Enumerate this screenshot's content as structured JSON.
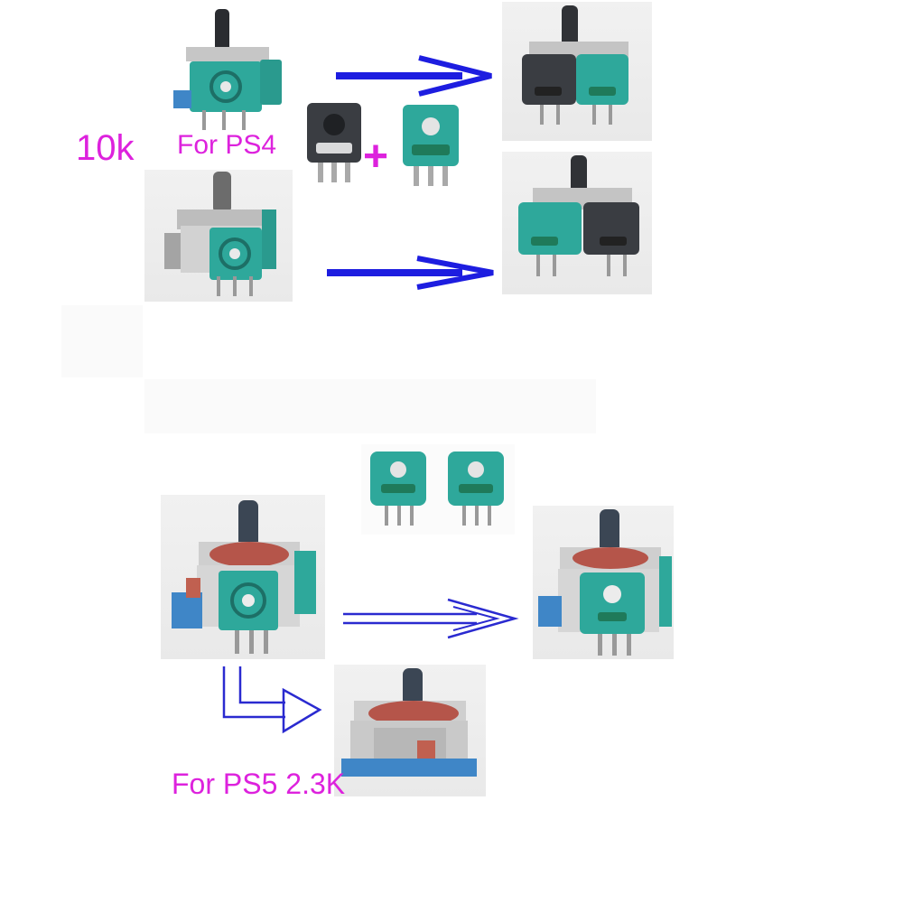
{
  "labels": {
    "resistance_ps4": "10k",
    "ps4": "For PS4",
    "plus": "+",
    "ps5": "For PS5 2.3K"
  },
  "colors": {
    "label_magenta": "#dd22dd",
    "arrow_blue": "#1d1de0",
    "outline_arrow": "#2a2ad0",
    "pot_teal": "#2ea89b",
    "pot_dark": "#3a3d42",
    "metal": "#c9c9c9",
    "pcb_blue": "#3f86c7"
  },
  "icons": {
    "arrow": "right-arrow",
    "outline_arrow": "right-outline-arrow",
    "corner_arrow": "down-right-outline-arrow"
  }
}
